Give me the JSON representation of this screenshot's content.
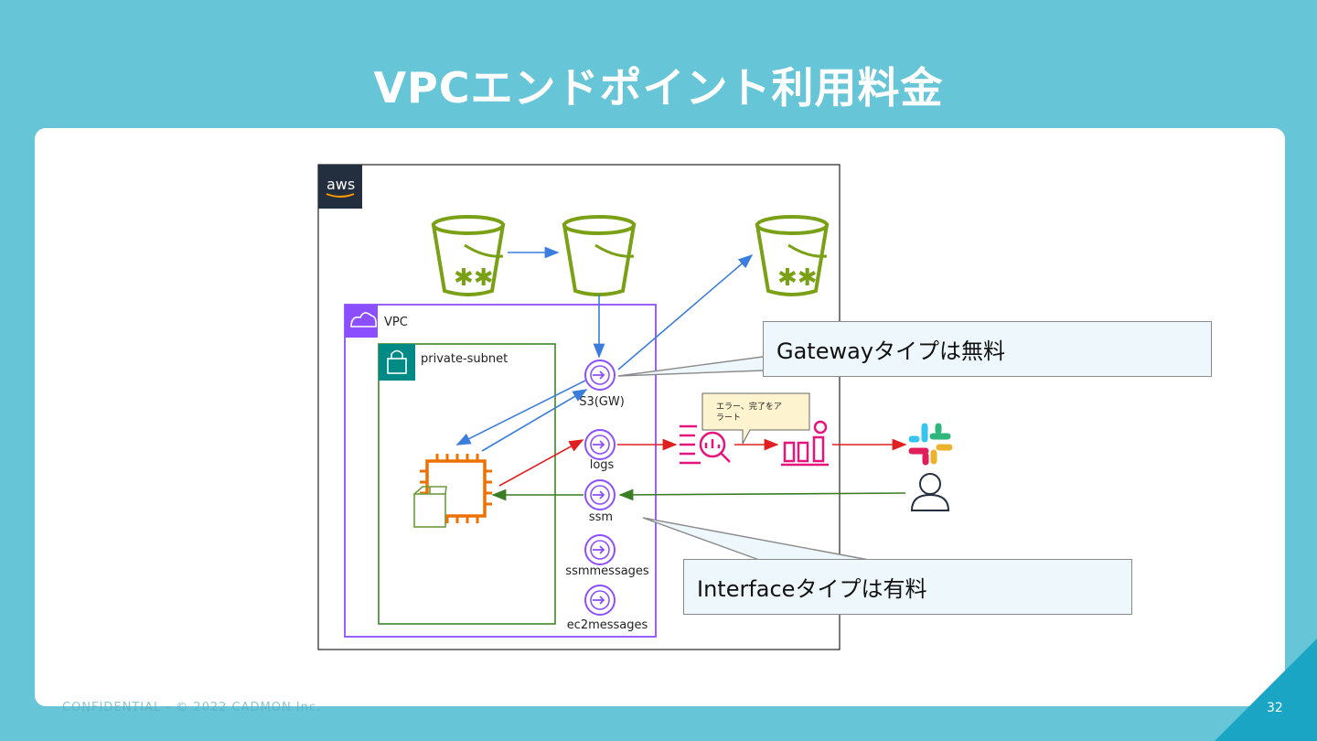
{
  "slide": {
    "title": "VPCエンドポイント利用料金",
    "footer": "CONFIDENTIAL - © 2022 CADMON Inc.",
    "page_number": "32"
  },
  "diagram": {
    "aws_logo": "aws",
    "vpc_label": "VPC",
    "subnet_label": "private-subnet",
    "endpoints": [
      "S3(GW)",
      "logs",
      "ssm",
      "ssmmessages",
      "ec2messages"
    ],
    "alert_note": [
      "エラー、完了をア",
      "ラート"
    ],
    "colors": {
      "vpc": "#8c4fff",
      "subnet": "#3f8624",
      "s3": "#7aa116",
      "ec2": "#ed7100",
      "monitor": "#e7157b",
      "endpoint": "#8c4fff",
      "arrow_blue": "#3b7ddd",
      "arrow_red": "#e02020",
      "arrow_green": "#3a7d22"
    }
  },
  "callouts": {
    "gateway": "Gatewayタイプは無料",
    "interface": "Interfaceタイプは有料"
  }
}
